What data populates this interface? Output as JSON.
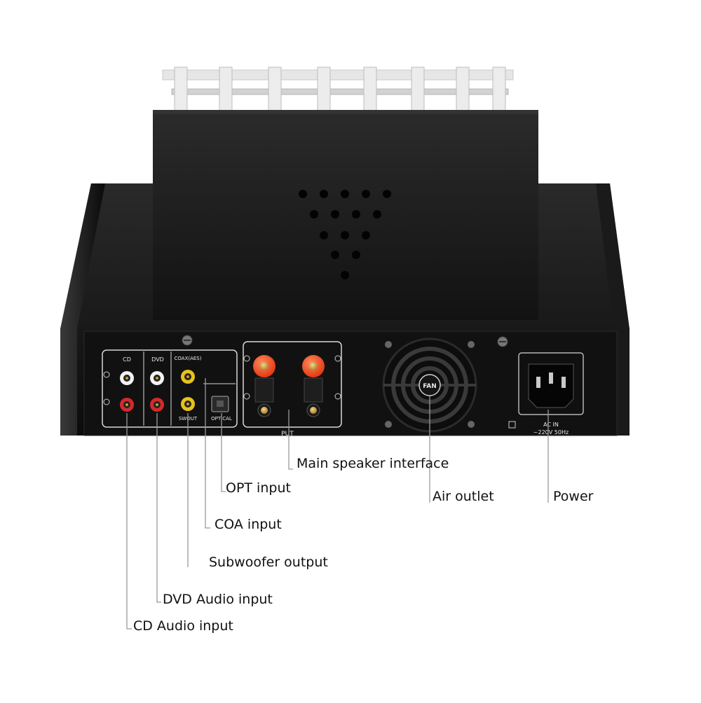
{
  "panel": {
    "cd_label": "CD",
    "dvd_label": "DVD",
    "coax_label": "COAX(AES)",
    "swout_label": "SWOUT",
    "optical_label": "OPTICAL",
    "output_label": "PUT",
    "fan_label": "FAN",
    "ac_in_label": "AC IN",
    "ac_rating": "~220V 50Hz"
  },
  "callouts": {
    "main_speaker": "Main speaker interface",
    "opt_input": "OPT input",
    "air_outlet": "Air outlet",
    "power": "Power",
    "coa_input": "COA input",
    "subwoofer_output": "Subwoofer output",
    "dvd_audio_input": "DVD  Audio input",
    "cd_audio_input": "CD Audio input"
  },
  "colors": {
    "chassis": "#141414",
    "panel_line": "#d8d8d8",
    "rca_red": "#d42a2a",
    "rca_white": "#f2f2f2",
    "rca_yellow": "#e6c21a",
    "binding_post": "#ff4a1c",
    "gold": "#c99a3a",
    "leader_line": "#9a9a9a"
  }
}
